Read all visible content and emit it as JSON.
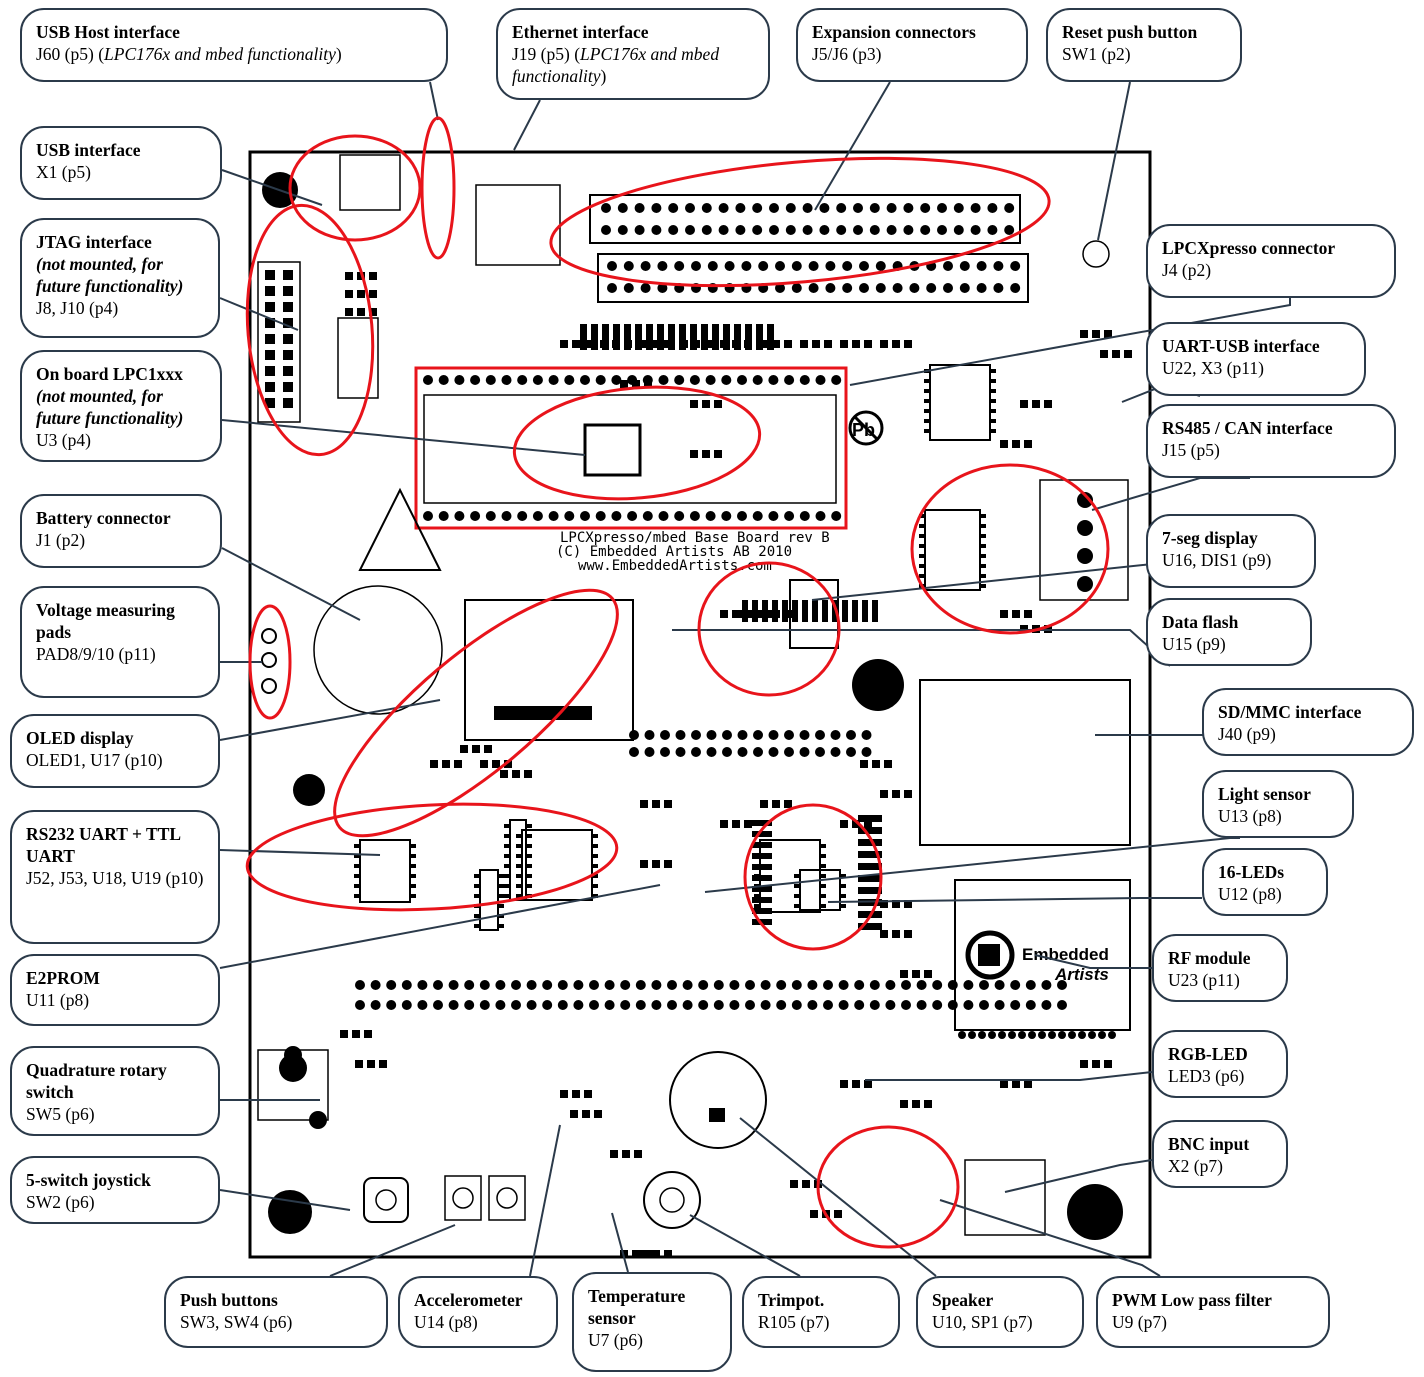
{
  "board": {
    "silk_line1": "LPCXpresso/mbed Base Board rev B",
    "silk_line2": "(C) Embedded Artists AB 2010",
    "silk_line3": "www.EmbeddedArtists.com",
    "logo_line1": "Embedded",
    "logo_line2": "Artists",
    "no_pb_mark": "Pb"
  },
  "callouts": [
    {
      "key": "usb-host",
      "title": "USB Host interface",
      "desc_pre": "J60 (p5) (",
      "desc_it": "LPC176x and mbed functionality",
      "desc_post": ")"
    },
    {
      "key": "ethernet",
      "title": "Ethernet interface",
      "desc_pre": "J19 (p5) (",
      "desc_it": "LPC176x and mbed functionality",
      "desc_post": ")"
    },
    {
      "key": "expansion",
      "title": "Expansion connectors",
      "desc_pre": "J5/J6 (p3)"
    },
    {
      "key": "reset",
      "title": "Reset push button",
      "desc_pre": "SW1 (p2)"
    },
    {
      "key": "usb",
      "title": "USB interface",
      "desc_pre": "X1 (p5)"
    },
    {
      "key": "jtag",
      "title": "JTAG interface",
      "title_it": "(not mounted, for future functionality)",
      "desc_pre": "J8, J10 (p4)"
    },
    {
      "key": "lpcxpresso",
      "title": "LPCXpresso connector",
      "desc_pre": "J4 (p2)"
    },
    {
      "key": "uart-usb",
      "title": "UART-USB interface",
      "desc_pre": "U22, X3 (p11)"
    },
    {
      "key": "lpc1xxx",
      "title": "On board LPC1xxx",
      "title_it": "(not mounted, for future functionality)",
      "desc_pre": "U3 (p4)"
    },
    {
      "key": "rs485",
      "title": "RS485 / CAN interface",
      "desc_pre": "J15 (p5)"
    },
    {
      "key": "battery",
      "title": "Battery connector",
      "desc_pre": "J1 (p2)"
    },
    {
      "key": "seg7",
      "title": "7-seg display",
      "desc_pre": "U16, DIS1 (p9)"
    },
    {
      "key": "voltage",
      "title": "Voltage measuring pads",
      "desc_pre": "PAD8/9/10 (p11)"
    },
    {
      "key": "dataflash",
      "title": "Data flash",
      "desc_pre": "U15 (p9)"
    },
    {
      "key": "sdmmc",
      "title": "SD/MMC interface",
      "desc_pre": "J40 (p9)"
    },
    {
      "key": "oled",
      "title": "OLED display",
      "desc_pre": "OLED1, U17 (p10)"
    },
    {
      "key": "light",
      "title": "Light sensor",
      "desc_pre": "U13 (p8)"
    },
    {
      "key": "rs232",
      "title": "RS232 UART + TTL UART",
      "desc_pre": "J52, J53, U18, U19 (p10)"
    },
    {
      "key": "leds16",
      "title": "16-LEDs",
      "desc_pre": "U12 (p8)"
    },
    {
      "key": "e2prom",
      "title": "E2PROM",
      "desc_pre": "U11 (p8)"
    },
    {
      "key": "rf",
      "title": "RF module",
      "desc_pre": "U23 (p11)"
    },
    {
      "key": "quad",
      "title": "Quadrature rotary switch",
      "desc_pre": "SW5 (p6)"
    },
    {
      "key": "rgb",
      "title": "RGB-LED",
      "desc_pre": "LED3 (p6)"
    },
    {
      "key": "joystick",
      "title": "5-switch joystick",
      "desc_pre": "SW2 (p6)"
    },
    {
      "key": "bnc",
      "title": "BNC input",
      "desc_pre": "X2 (p7)"
    },
    {
      "key": "pushbtn",
      "title": "Push buttons",
      "desc_pre": "SW3, SW4 (p6)"
    },
    {
      "key": "accel",
      "title": "Accelerometer",
      "desc_pre": "U14 (p8)"
    },
    {
      "key": "temp",
      "title": "Temperature sensor",
      "desc_pre": "U7 (p6)"
    },
    {
      "key": "trimpot",
      "title": "Trimpot.",
      "desc_pre": "R105 (p7)"
    },
    {
      "key": "speaker",
      "title": "Speaker",
      "desc_pre": "U10, SP1 (p7)"
    },
    {
      "key": "pwm",
      "title": "PWM Low pass filter",
      "desc_pre": "U9 (p7)"
    }
  ],
  "colors": {
    "highlight_ellipse": "#e8141b",
    "callout_border": "#2b3a4a",
    "board_outline": "#000000"
  }
}
